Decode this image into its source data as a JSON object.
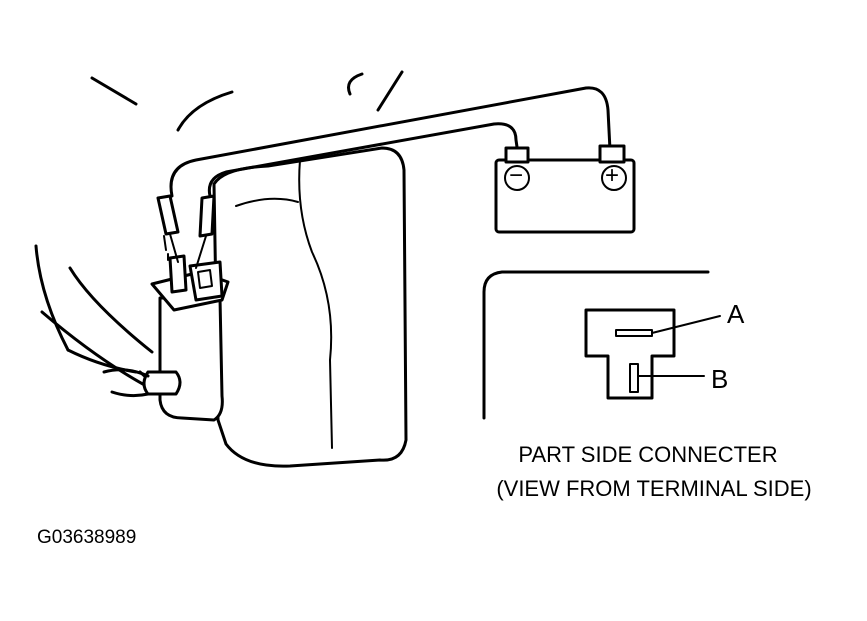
{
  "labels": {
    "terminal_a": "A",
    "terminal_b": "B",
    "battery_negative": "−",
    "battery_positive": "+",
    "caption_line1": "PART SIDE CONNECTER",
    "caption_line2": "(VIEW FROM TERMINAL SIDE)",
    "figure_id": "G03638989"
  }
}
